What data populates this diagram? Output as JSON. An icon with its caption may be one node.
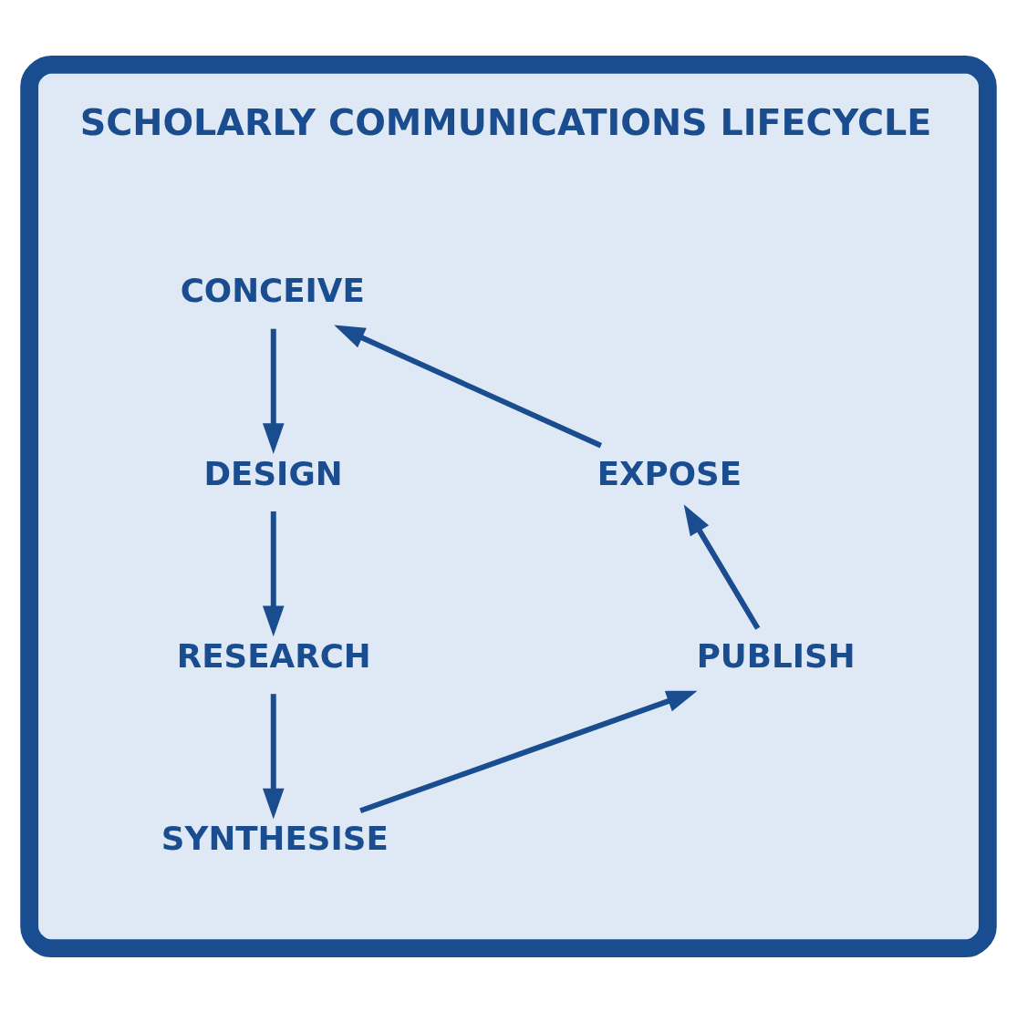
{
  "diagram": {
    "nodes": [
      {
        "text": [
          "SCHOLARLY COMMUNICATIONS LIFECYCLE"
        ]
      },
      {
        "text": [
          "CONCEIVE"
        ],
        "in": 0
      },
      {
        "text": [
          "DESIGN"
        ],
        "in": 0
      },
      {
        "text": [
          "RESEARCH"
        ],
        "in": 0
      },
      {
        "text": [
          "SYNTHESISE"
        ],
        "in": 0
      },
      {
        "text": [
          "PUBLISH"
        ],
        "in": 0
      },
      {
        "text": [
          "EXPOSE"
        ],
        "in": 0
      }
    ],
    "edges": [
      {
        "from": 1,
        "to": 2,
        "arrow": "to"
      },
      {
        "from": 2,
        "to": 3,
        "arrow": "to"
      },
      {
        "from": 3,
        "to": 4,
        "arrow": "to"
      },
      {
        "from": 4,
        "to": 5,
        "arrow": "to"
      },
      {
        "from": 5,
        "to": 6,
        "arrow": "to"
      },
      {
        "from": 6,
        "to": 1,
        "arrow": "to"
      }
    ]
  }
}
